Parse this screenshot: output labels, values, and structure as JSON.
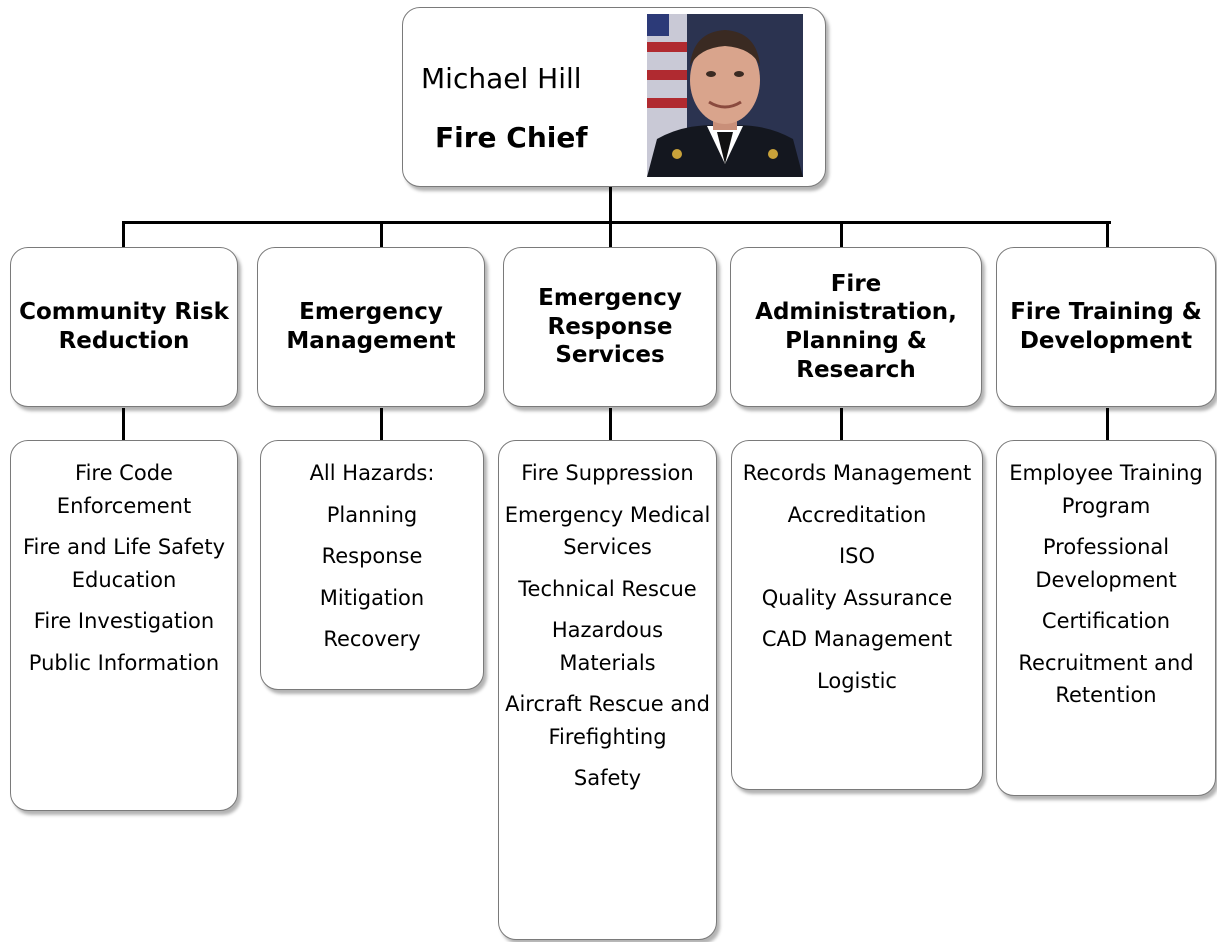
{
  "chief": {
    "name": "Michael Hill",
    "title": "Fire Chief",
    "photo_icon": "person-portrait-icon"
  },
  "divisions": [
    {
      "title": "Community Risk Reduction",
      "items": [
        "Fire Code Enforcement",
        "Fire and Life Safety Education",
        "Fire Investigation",
        "Public Information"
      ]
    },
    {
      "title": "Emergency Management",
      "items": [
        "All Hazards:",
        "Planning",
        "Response",
        "Mitigation",
        "Recovery"
      ]
    },
    {
      "title": "Emergency Response Services",
      "items": [
        "Fire Suppression",
        "Emergency Medical Services",
        "Technical Rescue",
        "Hazardous Materials",
        "Aircraft Rescue and Firefighting",
        "Safety"
      ]
    },
    {
      "title": "Fire Administration, Planning & Research",
      "items": [
        "Records Management",
        "Accreditation",
        "ISO",
        "Quality Assurance",
        "CAD Management",
        "Logistic"
      ]
    },
    {
      "title": "Fire Training & Development",
      "items": [
        "Employee Training Program",
        "Professional Development",
        "Certification",
        "Recruitment and Retention"
      ]
    }
  ]
}
